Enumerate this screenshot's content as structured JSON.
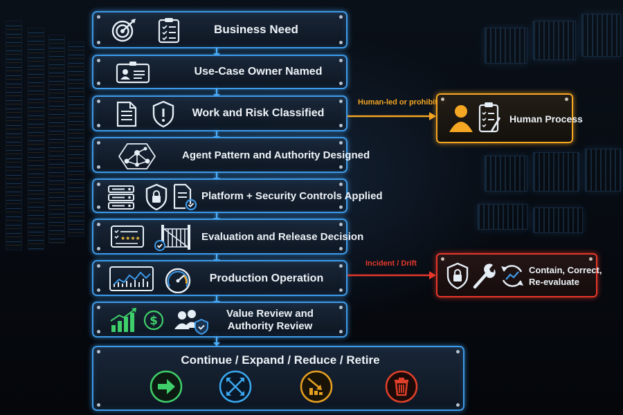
{
  "steps": [
    {
      "label": "Business Need"
    },
    {
      "label": "Use-Case Owner Named"
    },
    {
      "label": "Work and Risk Classified"
    },
    {
      "label": "Agent Pattern and Authority Designed"
    },
    {
      "label": "Platform + Security Controls Applied"
    },
    {
      "label": "Evaluation and Release Decision"
    },
    {
      "label": "Production Operation"
    },
    {
      "label": "Value Review and",
      "label2": "Authority Review"
    }
  ],
  "final": {
    "label": "Continue / Expand / Reduce / Retire",
    "options": [
      {
        "icon": "arrow-right-icon",
        "color": "#3fcf6a"
      },
      {
        "icon": "expand-icon",
        "color": "#3aa8f0"
      },
      {
        "icon": "reduce-chart-icon",
        "color": "#e8a020"
      },
      {
        "icon": "trash-icon",
        "color": "#e0402a"
      }
    ]
  },
  "branches": {
    "human": {
      "arrow_label": "Human-led or prohibited",
      "box_label": "Human Process",
      "color": "#f5a623"
    },
    "incident": {
      "arrow_label": "Incident / Drift",
      "box_label": "Contain, Correct,",
      "box_label2": "Re-evaluate",
      "color": "#e8382a"
    }
  },
  "colors": {
    "accent": "#3d9bea",
    "text": "#eef3f8"
  }
}
